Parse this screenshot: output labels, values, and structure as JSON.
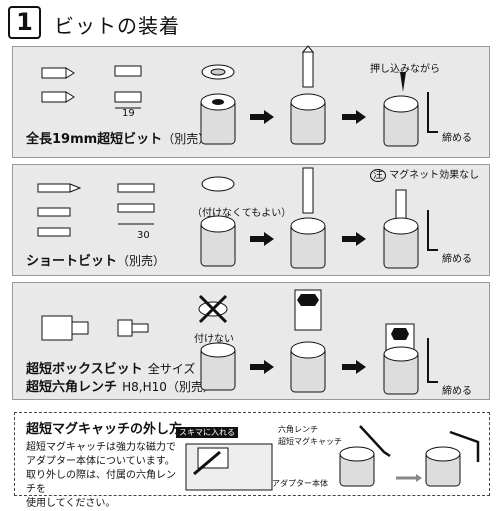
{
  "header": {
    "step_number": "1",
    "title": "ビットの装着"
  },
  "panel1": {
    "label_big": "全長19mm超短ビット",
    "label_paren": "（別売）",
    "dim_19": "19",
    "push_note": "押し込みながら",
    "tighten": "締める"
  },
  "panel2": {
    "label_big": "ショートビット",
    "label_paren": "（別売）",
    "dim_30": "30",
    "optional_note": "（付けなくてもよい）",
    "caution_mark": "注",
    "magnet_note": "マグネット効果なし",
    "tighten": "締める"
  },
  "panel3": {
    "label_line1_bold": "超短ボックスビット",
    "label_line1_norm": "全サイズ",
    "label_line2_bold": "超短六角レンチ",
    "label_line2_norm": "H8,H10（別売）",
    "do_not_attach": "付けない",
    "tighten": "締める"
  },
  "removal": {
    "title": "超短マグキャッチの外し方",
    "body_lines": [
      "超短マグキャッチは強力な磁力で",
      "アダプター本体についています。",
      "取り外しの際は、付属の六角レンチを",
      "使用してください。"
    ],
    "gap_tag": "スキマに入れる",
    "hex_wrench": "六角レンチ",
    "mag_catch": "超短マグキャッチ",
    "adapter_body": "アダプター本体"
  },
  "colors": {
    "panel_bg": "#e9e9e9",
    "ink": "#111111"
  }
}
